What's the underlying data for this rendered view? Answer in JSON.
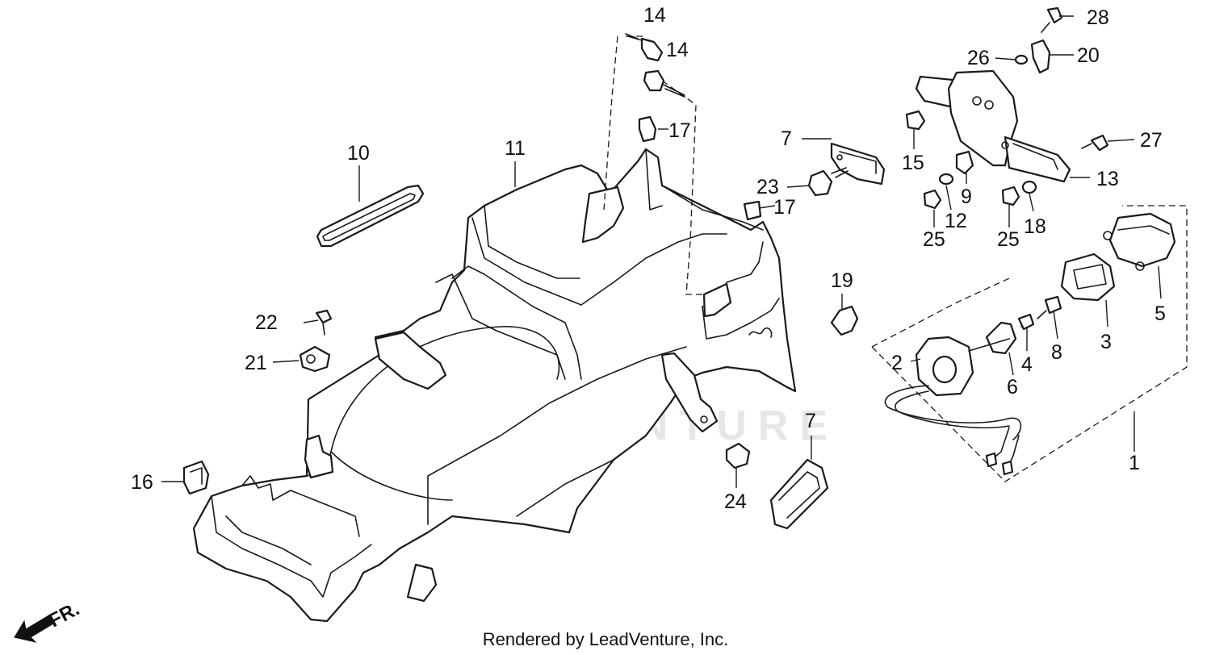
{
  "watermark": "LEADVENTURE",
  "footer": "Rendered by LeadVenture, Inc.",
  "direction_label": "FR.",
  "callouts": {
    "c1": "1",
    "c2": "2",
    "c3": "3",
    "c4": "4",
    "c5": "5",
    "c6": "6",
    "c7a": "7",
    "c7b": "7",
    "c8": "8",
    "c9": "9",
    "c10": "10",
    "c11": "11",
    "c12": "12",
    "c13": "13",
    "c14a": "14",
    "c14b": "14",
    "c15": "15",
    "c16": "16",
    "c17a": "17",
    "c17b": "17",
    "c18": "18",
    "c19": "19",
    "c20": "20",
    "c21": "21",
    "c22": "22",
    "c23": "23",
    "c24": "24",
    "c25a": "25",
    "c25b": "25",
    "c26": "26",
    "c27": "27",
    "c28": "28"
  }
}
